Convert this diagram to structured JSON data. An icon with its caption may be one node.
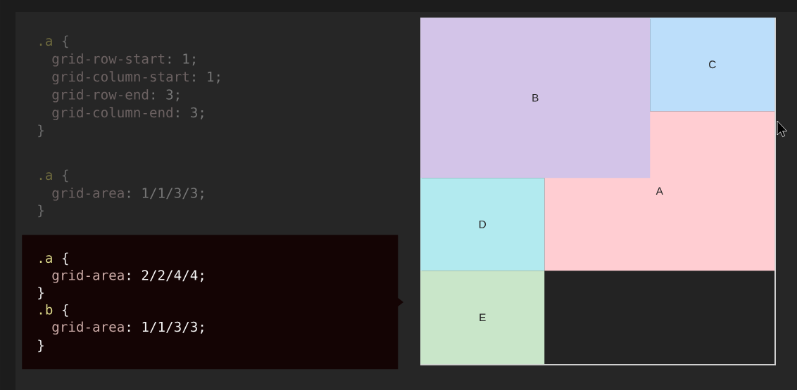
{
  "diagram": {
    "labels": [
      ".a {",
      "grid-row-start: 1;",
      "grid-column-start: 1;",
      "grid-row-end: 3;",
      "grid-column-end: 3;",
      "}",
      ".a {",
      "grid-area: 1/1/3/3;",
      "}"
    ],
    "nodes": [
      {
        "text": [
          ".a {",
          "grid-area: 2/2/4/4;",
          "}",
          ".b {",
          "grid-area: 1/1/3/3;",
          "}"
        ]
      },
      {
        "text": [],
        "shape": "box"
      },
      {
        "text": [
          "B"
        ],
        "in": 1
      },
      {
        "text": [
          "C"
        ],
        "in": 1
      },
      {
        "text": [
          "A"
        ],
        "in": 1
      },
      {
        "text": [
          "D"
        ],
        "in": 1
      },
      {
        "text": [
          "E"
        ],
        "in": 1
      }
    ]
  }
}
